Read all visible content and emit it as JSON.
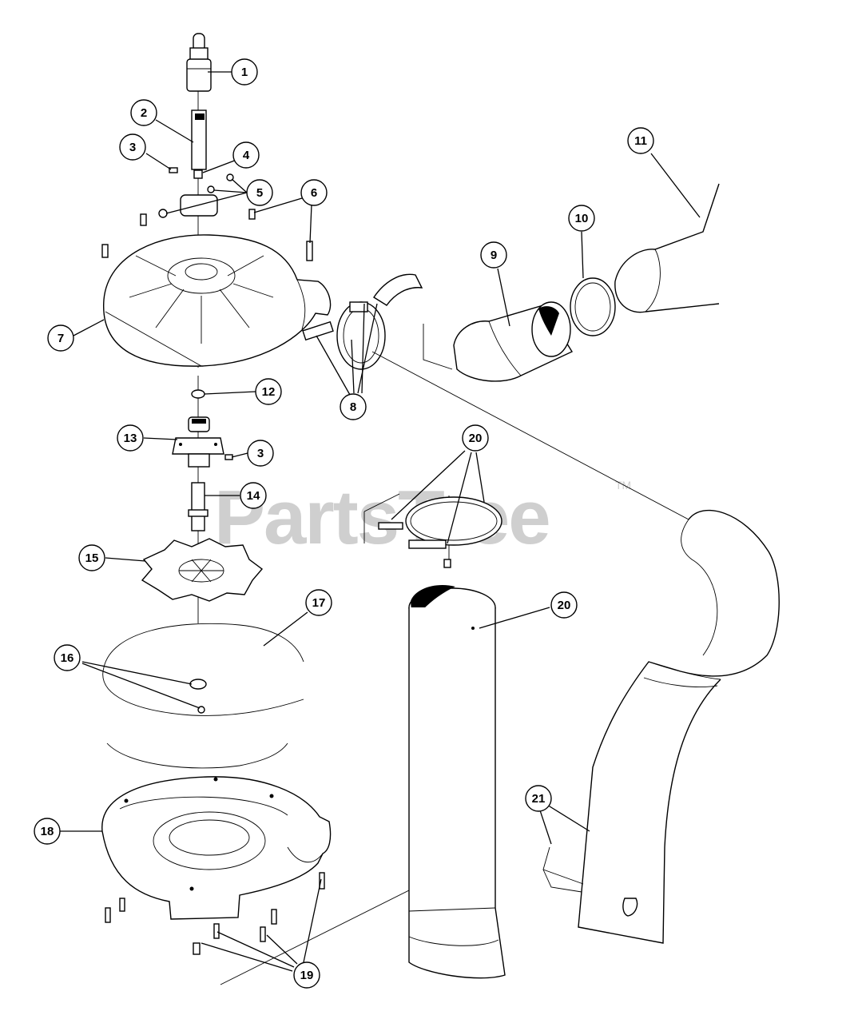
{
  "watermark": {
    "text": "PartsTree",
    "trademark": "TM"
  },
  "callouts": [
    {
      "id": "1",
      "label": "1"
    },
    {
      "id": "2",
      "label": "2"
    },
    {
      "id": "3a",
      "label": "3"
    },
    {
      "id": "4",
      "label": "4"
    },
    {
      "id": "5",
      "label": "5"
    },
    {
      "id": "6",
      "label": "6"
    },
    {
      "id": "7",
      "label": "7"
    },
    {
      "id": "8",
      "label": "8"
    },
    {
      "id": "9",
      "label": "9"
    },
    {
      "id": "10",
      "label": "10"
    },
    {
      "id": "11",
      "label": "11"
    },
    {
      "id": "12",
      "label": "12"
    },
    {
      "id": "13",
      "label": "13"
    },
    {
      "id": "3b",
      "label": "3"
    },
    {
      "id": "14",
      "label": "14"
    },
    {
      "id": "15",
      "label": "15"
    },
    {
      "id": "16",
      "label": "16"
    },
    {
      "id": "17",
      "label": "17"
    },
    {
      "id": "18",
      "label": "18"
    },
    {
      "id": "19",
      "label": "19"
    },
    {
      "id": "20a",
      "label": "20"
    },
    {
      "id": "20b",
      "label": "20"
    },
    {
      "id": "21",
      "label": "21"
    }
  ]
}
